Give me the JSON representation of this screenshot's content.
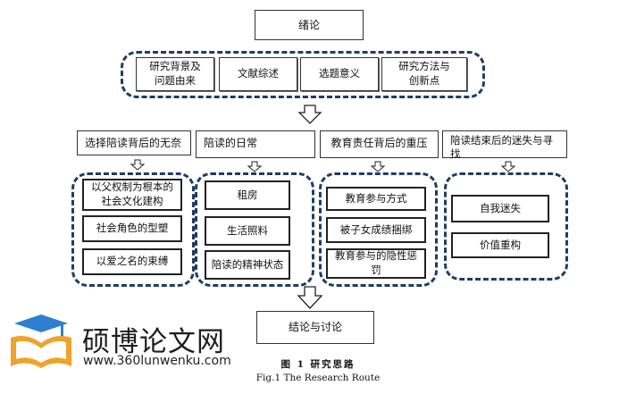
{
  "top": {
    "title": "绪论"
  },
  "row1": [
    "研究背景及\n问题由来",
    "文献综述",
    "选题意义",
    "研究方法与\n创新点"
  ],
  "sections": [
    {
      "header": "选择陪读背后的无奈",
      "items": [
        "以父权制为根本的社会文化建构",
        "社会角色的型塑",
        "以爱之名的束缚"
      ]
    },
    {
      "header": "陪读的日常",
      "items": [
        "租房",
        "生活照料",
        "陪读的精神状态"
      ]
    },
    {
      "header": "教育责任背后的重压",
      "items": [
        "教育参与方式",
        "被子女成绩捆绑",
        "教育参与的隐性惩罚"
      ]
    },
    {
      "header": "陪读结束后的迷失与寻找",
      "items": [
        "自我迷失",
        "价值重构"
      ]
    }
  ],
  "bottom": {
    "title": "结论与讨论"
  },
  "captions": {
    "cn": "图 1  研究思路",
    "en": "Fig.1 The Research Route"
  },
  "watermark": {
    "brand": "硕博论文网",
    "url": "www.360lunwenku.com"
  },
  "colors": {
    "dash": "#1f3d63",
    "logo_orange": "#f0a22a",
    "logo_blue": "#2e7fd0"
  }
}
